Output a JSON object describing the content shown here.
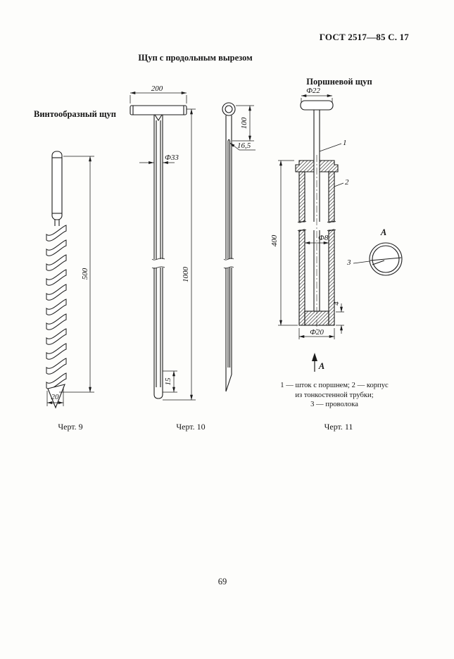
{
  "page": {
    "header": "ГОСТ 2517—85 С. 17",
    "page_number": "69"
  },
  "titles": {
    "longitudinal": "Щуп с продольным вырезом",
    "screw": "Винтообразный щуп",
    "piston": "Поршневой щуп"
  },
  "fig9": {
    "caption": "Черт. 9",
    "dim_length": "500",
    "dim_width": "20"
  },
  "fig10": {
    "caption": "Черт. 10",
    "dim_handle": "200",
    "dim_diameter": "Ф33",
    "dim_length": "1000",
    "dim_tip": "15",
    "dim_side_top": "100",
    "dim_side_offset": "16,5"
  },
  "fig11": {
    "caption": "Черт. 11",
    "dim_handle_diameter": "Ф22",
    "dim_body_length": "400",
    "dim_rod_diameter": "Ф8",
    "dim_cap": "4",
    "dim_tube_diameter": "Ф20",
    "part1": "1",
    "part2": "2",
    "part3": "3",
    "view_label": "А",
    "legend": [
      "1 — шток с поршнем; 2 — корпус",
      "из тонкостенной трубки;",
      "3 — проволока"
    ]
  }
}
